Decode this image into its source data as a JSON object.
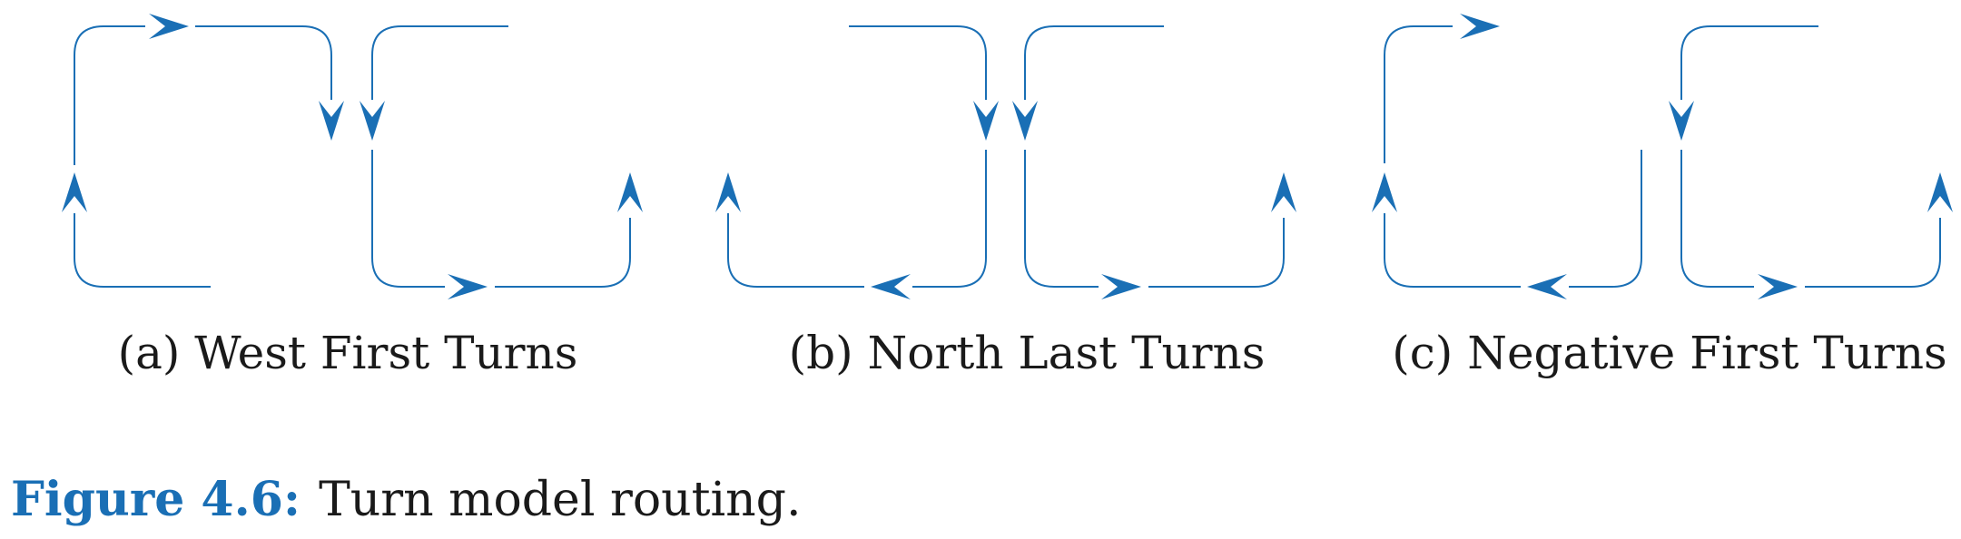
{
  "panels": [
    {
      "caption": "(a) West First Turns"
    },
    {
      "caption": "(b) North Last Turns"
    },
    {
      "caption": "(c) Negative First Turns"
    }
  ],
  "figure_caption": {
    "label": "Figure 4.6:",
    "text": "Turn model routing."
  },
  "colors": {
    "line": "#1a6fb5",
    "arrow": "#1a6fb5",
    "caption_label": "#1a6fb5",
    "text": "#1a1a1a"
  }
}
